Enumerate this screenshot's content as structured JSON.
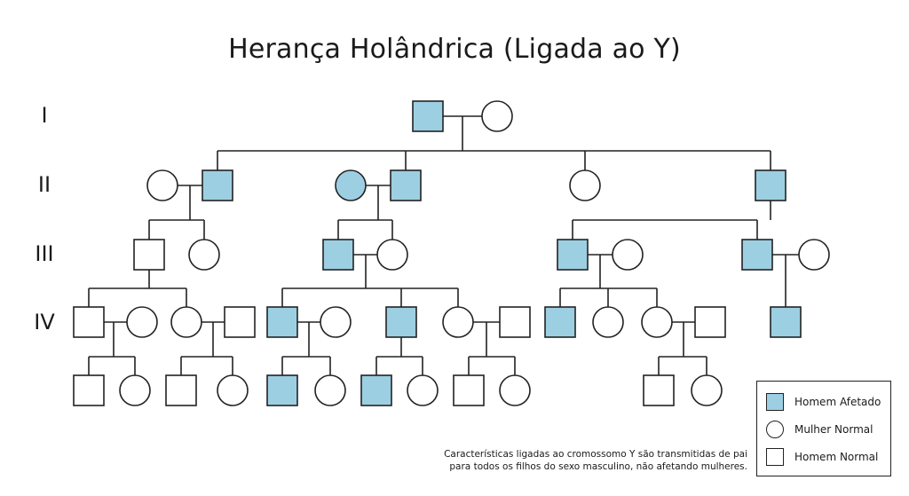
{
  "title": "Herança Holândrica (Ligada ao Y)",
  "generations": [
    "I",
    "II",
    "III",
    "IV"
  ],
  "colors": {
    "affected": "#9dcfe3",
    "stroke": "#222222",
    "background": "#ffffff"
  },
  "legend": {
    "affected_male": "Homem Afetado",
    "normal_female": "Mulher Normal",
    "normal_male": "Homem Normal"
  },
  "note": {
    "line1": "Características ligadas ao cromossomo Y são transmitidas de pai",
    "line2": "para todos os filhos do sexo masculino, não afetando mulheres."
  }
}
